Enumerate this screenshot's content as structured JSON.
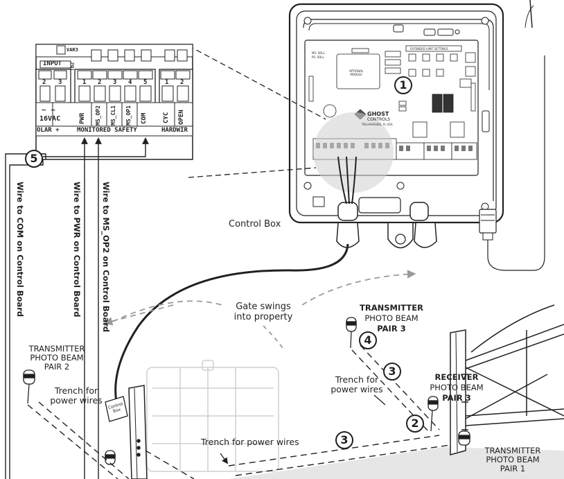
{
  "labels": {
    "control_box": "Control Box",
    "gate_swings": "Gate swings\ninto property",
    "trench_right": "Trench for\npower wires",
    "trench_left": "Trench for\npower wires",
    "trench_bottom": "Trench for power wires",
    "wire_com": "Wire to COM on Control Board",
    "wire_pwr": "Wire to PWR on Control Board",
    "wire_ms_op2": "Wire to MS_OP2 on Control Board",
    "transmitter_pair3_title": "TRANSMITTER",
    "transmitter_pair3_line2": "PHOTO BEAM",
    "transmitter_pair3_line3": "PAIR 3",
    "receiver_pair3_title": "RECEIVER",
    "receiver_pair3_line2": "PHOTO BEAM",
    "receiver_pair3_line3": "PAIR 3",
    "transmitter_pair2": "TRANSMITTER\nPHOTO BEAM\nPAIR 2",
    "transmitter_pair1": "TRANSMITTER\nPHOTO BEAM\nPAIR 1",
    "box_mini_label": "Control\nBox"
  },
  "callouts": [
    "1",
    "2",
    "3",
    "3",
    "4",
    "5"
  ],
  "terminal_board": {
    "top_label": "VAR3",
    "input_label": "INPUT",
    "tb_label": "TB2",
    "input_numbers": [
      "2",
      "3"
    ],
    "input_voltage": "16VAC",
    "input_bottom": "OLAR +",
    "monitored_numbers": [
      "1",
      "2",
      "3",
      "4",
      "5"
    ],
    "monitored_terminals": [
      "PWR",
      "MS_OP2",
      "MS_CL1",
      "MS_OP1",
      "COM"
    ],
    "monitored_label": "MONITORED SAFETY",
    "hardwire_numbers": [
      "1",
      "2"
    ],
    "hardwire_terminals": [
      "CYC",
      "OPEN"
    ],
    "hardwire_label": "HARDWIR"
  },
  "pcb": {
    "brand": "GHOST",
    "brand2": "CONTROLS",
    "location": "TALLAHASSEE, FL USA",
    "optional_module": "OPTIONAL\nMODULE",
    "extended_limit": "EXTENDED LIMIT SETTINGS",
    "ms_label": "MS: SOLL",
    "ps_label": "PS: SOLL"
  },
  "colors": {
    "line": "#231f20",
    "dashed_arrow": "#9a9a9a",
    "highlight_circle": "#cfcfcf",
    "ground_shade": "#e6e6e6",
    "faded_gate": "#c8c8c8"
  }
}
